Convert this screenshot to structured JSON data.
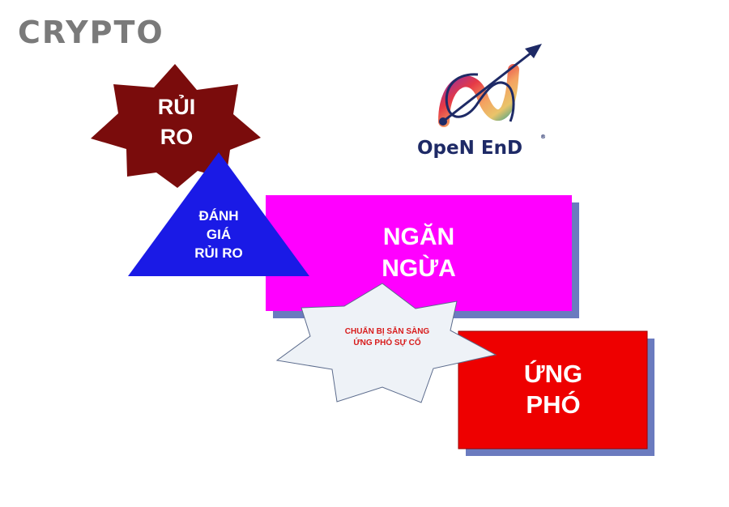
{
  "brand": {
    "title": "CRYPTO"
  },
  "logo": {
    "text": "OpeN EnD",
    "registered": "®"
  },
  "diagram": {
    "risk_star": {
      "line1": "RỦI",
      "line2": "RO"
    },
    "assessment_triangle": {
      "line1": "ĐÁNH",
      "line2": "GIÁ",
      "line3": "RỦI RO"
    },
    "prevention_box": {
      "line1": "NGĂN",
      "line2": "NGỪA"
    },
    "preparedness_star": {
      "line1": "CHUẨN BỊ SẴN SÀNG",
      "line2": "ỨNG PHÓ SỰ CỐ"
    },
    "response_box": {
      "line1": "ỨNG",
      "line2": "PHÓ"
    }
  },
  "colors": {
    "brand_gray": "#7a7a7a",
    "risk_star": "#7a0c0c",
    "triangle": "#1a1ae6",
    "prevention": "#ff00ff",
    "preparedness_star": "#eef2f7",
    "response": "#ee0000",
    "shadow": "#6b7bbf",
    "text_red": "#d81b1b",
    "logo_navy": "#1e2a66"
  }
}
